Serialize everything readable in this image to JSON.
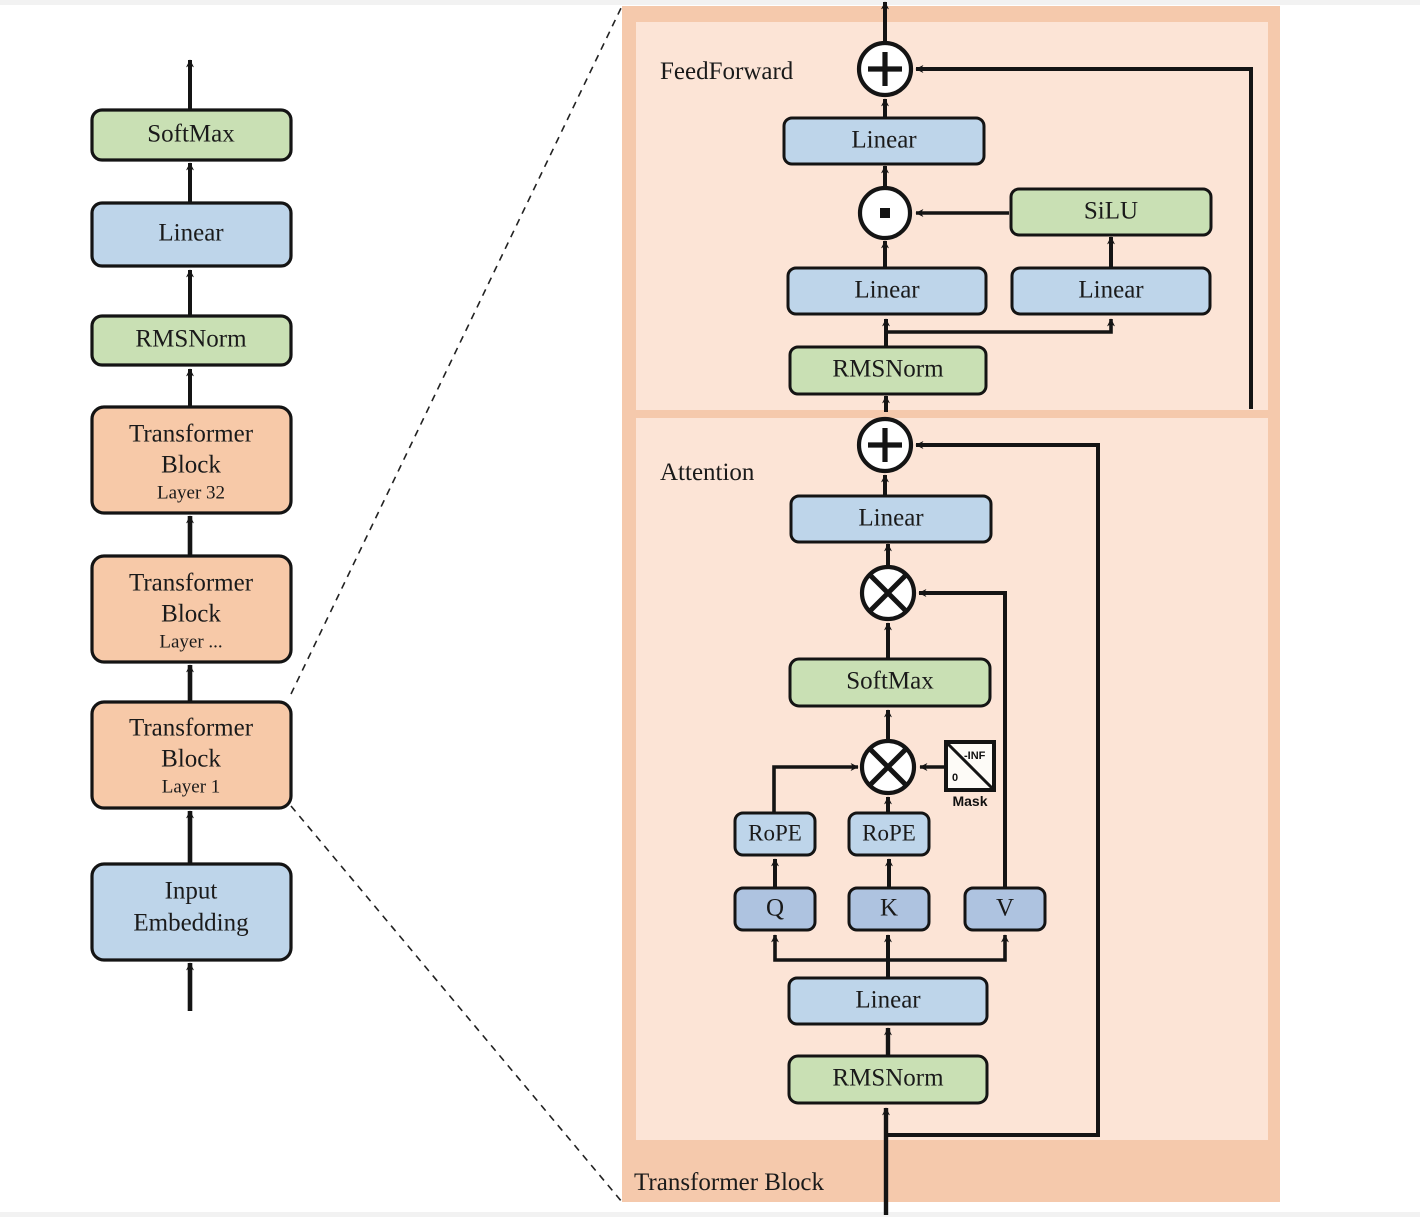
{
  "diagram": {
    "title": "Transformer Block",
    "left_stack": [
      {
        "label": "SoftMax",
        "sub": "",
        "kind": "green"
      },
      {
        "label": "Linear",
        "sub": "",
        "kind": "blue"
      },
      {
        "label": "RMSNorm",
        "sub": "",
        "kind": "green"
      },
      {
        "label": "Transformer Block",
        "line1": "Transformer",
        "line2": "Block",
        "sub": "Layer 32",
        "kind": "orange"
      },
      {
        "label": "Transformer Block",
        "line1": "Transformer",
        "line2": "Block",
        "sub": "Layer ...",
        "kind": "orange"
      },
      {
        "label": "Transformer Block",
        "line1": "Transformer",
        "line2": "Block",
        "sub": "Layer 1",
        "kind": "orange"
      },
      {
        "label": "Input Embedding",
        "line1": "Input",
        "line2": "Embedding",
        "sub": "",
        "kind": "blue"
      }
    ],
    "feedforward": {
      "section_label": "FeedForward",
      "add_symbol": "+",
      "out_linear": "Linear",
      "mult_symbol": "dot",
      "silu": "SiLU",
      "gate_linear": "Linear",
      "up_linear": "Linear",
      "norm": "RMSNorm"
    },
    "attention": {
      "section_label": "Attention",
      "add_symbol": "+",
      "out_linear": "Linear",
      "matmul_top": "x",
      "softmax": "SoftMax",
      "matmul_bottom": "x",
      "mask": {
        "label": "Mask",
        "low": "0",
        "high": "-INF"
      },
      "rope_q": "RoPE",
      "rope_k": "RoPE",
      "q": "Q",
      "k": "K",
      "v": "V",
      "qkv_linear": "Linear",
      "norm": "RMSNorm"
    },
    "colors": {
      "green": "#c9e0b4",
      "blue_light": "#bed5ea",
      "blue_qkv": "#aec3e0",
      "orange_box": "#f7c9a8",
      "panel_outer": "#f5c9ac",
      "panel_inner": "#fce4d6",
      "stroke": "#141414"
    }
  }
}
